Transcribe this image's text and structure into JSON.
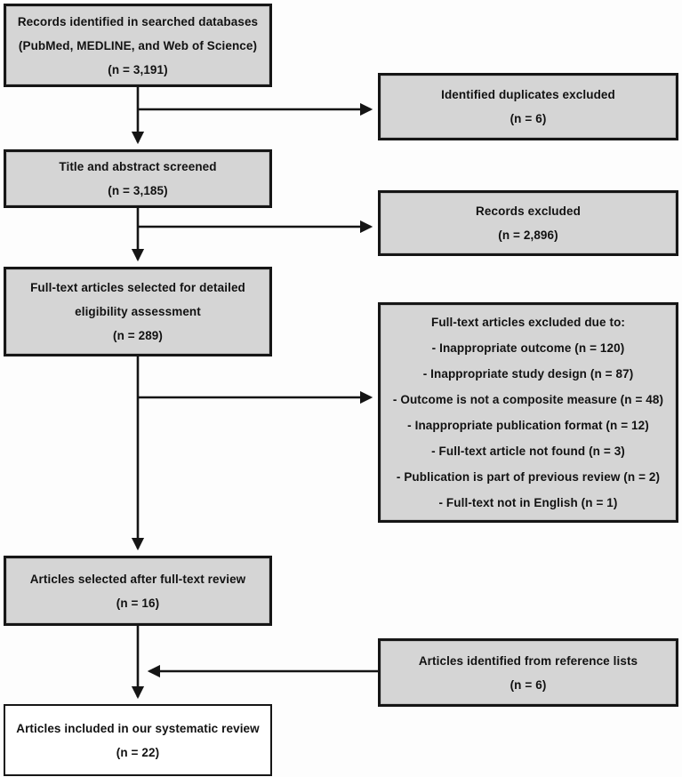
{
  "colors": {
    "box-fill": "#d5d5d5",
    "box-border": "#161616",
    "bg": "#fdfdfd",
    "text": "#121212",
    "line": "#151515"
  },
  "nodes": {
    "records_identified": {
      "lines": [
        "Records identified in searched databases",
        "(PubMed, MEDLINE, and Web of Science)",
        "(n = 3,191)"
      ]
    },
    "duplicates_excluded": {
      "lines": [
        "Identified duplicates excluded",
        "(n = 6)"
      ]
    },
    "title_abstract_screened": {
      "lines": [
        "Title and abstract screened",
        "(n = 3,185)"
      ]
    },
    "records_excluded": {
      "lines": [
        "Records excluded",
        "(n = 2,896)"
      ]
    },
    "fulltext_selected": {
      "lines": [
        "Full-text articles selected for detailed",
        "eligibility assessment",
        "(n = 289)"
      ]
    },
    "fulltext_excluded": {
      "lines": [
        "Full-text articles excluded due to:",
        "-   Inappropriate outcome (n = 120)",
        "-   Inappropriate study design (n = 87)",
        "-   Outcome is not a composite measure (n = 48)",
        "-   Inappropriate publication format (n = 12)",
        "-   Full-text article not found (n = 3)",
        "-   Publication is part of previous review (n = 2)",
        "-   Full-text not in English (n = 1)"
      ]
    },
    "articles_selected": {
      "lines": [
        "Articles selected after full-text review",
        "(n = 16)"
      ]
    },
    "reference_lists": {
      "lines": [
        "Articles identified from reference lists",
        "(n = 6)"
      ]
    },
    "included": {
      "lines": [
        "Articles included in our systematic review",
        "(n = 22)"
      ]
    }
  }
}
